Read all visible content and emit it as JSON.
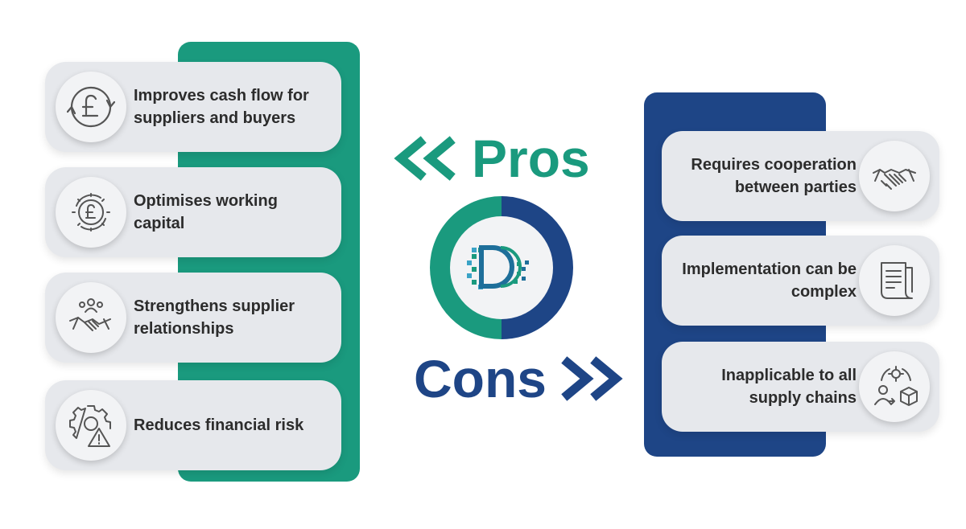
{
  "pros": {
    "title": "Pros",
    "items": [
      {
        "label": "Improves cash flow for suppliers and buyers",
        "icon": "pound-cycle-icon"
      },
      {
        "label": "Optimises working capital",
        "icon": "coin-gear-icon"
      },
      {
        "label": "Strengthens supplier relationships",
        "icon": "people-handshake-icon"
      },
      {
        "label": "Reduces financial risk",
        "icon": "gear-warning-icon"
      }
    ]
  },
  "cons": {
    "title": "Cons",
    "items": [
      {
        "label": "Requires cooperation between parties",
        "icon": "handshake-icon"
      },
      {
        "label": "Implementation can be complex",
        "icon": "document-scroll-icon"
      },
      {
        "label": "Inapplicable to all supply chains",
        "icon": "supply-chain-icon"
      }
    ]
  },
  "colors": {
    "pros": "#1a9a7e",
    "cons": "#1e4586",
    "card": "#e6e8ec"
  }
}
